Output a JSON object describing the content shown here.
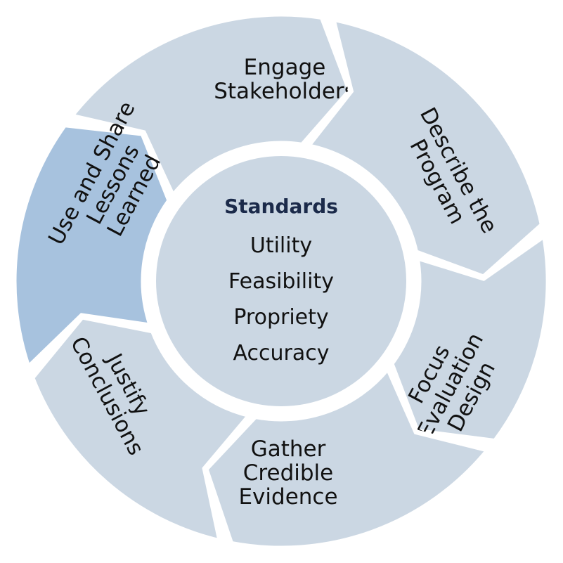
{
  "colors": {
    "segment": "#cbd7e3",
    "highlight": "#a7c2de",
    "center": "#cbd7e3",
    "title": "#1b2a4a",
    "text": "#111111",
    "gap": "#ffffff"
  },
  "center": {
    "title": "Standards",
    "items": [
      "Utility",
      "Feasibility",
      "Propriety",
      "Accuracy"
    ]
  },
  "segments": [
    {
      "id": "engage",
      "lines": [
        "Engage",
        "Stakeholders"
      ],
      "highlighted": false
    },
    {
      "id": "describe",
      "lines": [
        "Describe the",
        "Program"
      ],
      "highlighted": false
    },
    {
      "id": "focus",
      "lines": [
        "Focus",
        "Evaluation",
        "Design"
      ],
      "highlighted": false
    },
    {
      "id": "gather",
      "lines": [
        "Gather",
        "Credible",
        "Evidence"
      ],
      "highlighted": false
    },
    {
      "id": "justify",
      "lines": [
        "Justify",
        "Conclusions"
      ],
      "highlighted": false
    },
    {
      "id": "use",
      "lines": [
        "Use and Share",
        "Lessons",
        "Learned"
      ],
      "highlighted": true
    }
  ]
}
